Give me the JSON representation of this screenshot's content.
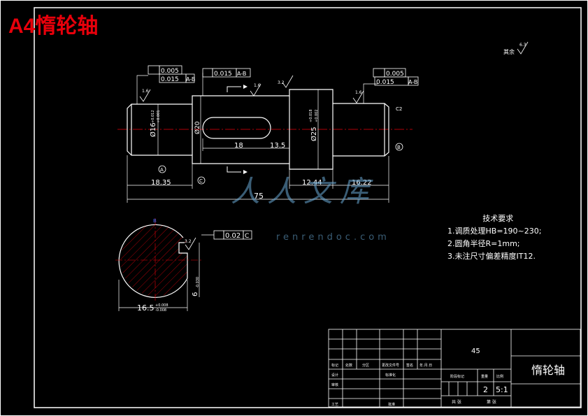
{
  "sheet_title": "A4惰轮轴",
  "roughness_other": {
    "label": "其余",
    "value": "6.3"
  },
  "tolerances": {
    "left_circ": "0.005",
    "left_runout": "0.015",
    "left_datum": "A-B",
    "mid_runout": "0.015",
    "mid_datum": "A-B",
    "right_circ": "0.005",
    "right_runout": "0.015",
    "right_datum": "A-B",
    "section_sym": "0.02",
    "section_datum": "C"
  },
  "roughness": {
    "r1": "1.6",
    "r2": "1.6",
    "r3": "3.2",
    "r4": "1.6",
    "r5": "3.2"
  },
  "datums": {
    "a": "A",
    "b": "B",
    "c": "C"
  },
  "dimensions": {
    "d_left": "Ø16",
    "d_left_tol_up": "+0.012",
    "d_left_tol_dn": "+0.001",
    "width_key": "Ø20",
    "d_mid": "Ø25",
    "d_mid_tol_up": "+0.018",
    "d_mid_tol_dn": "+0.002",
    "key_len": "18",
    "key_pos": "13.5",
    "len_left": "18.35",
    "len_mid": "12.44",
    "len_right": "16.22",
    "total_len": "75",
    "chamfer": "C2",
    "sec_depth": "16.5",
    "sec_tol_up": "+0.008",
    "sec_tol_dn": "-0.008",
    "key_width": "6",
    "key_w_tol": "-0.030",
    "section_label": "B"
  },
  "tech_requirements": {
    "heading": "技术要求",
    "items": [
      "1.调质处理HB=190~230;",
      "2.圆角半径R=1mm;",
      "3.未注尺寸偏差精度IT12."
    ]
  },
  "title_block": {
    "material": "45",
    "part_name": "惰轮轴",
    "quantity": "2",
    "scale": "5:1",
    "headers": [
      "标记",
      "处数",
      "分区",
      "更改文件号",
      "签名",
      "年.月.日"
    ],
    "rows_left": [
      "设计",
      "审核",
      "工艺"
    ],
    "std": "标准化",
    "approve": "批准",
    "stage_mark": "阶段标记",
    "weight": "重量",
    "scale_label": "比例",
    "sheets_total": "共 张",
    "sheet_no": "第 张"
  },
  "watermark": {
    "main": "人人文库",
    "url": "renrendoc.com"
  }
}
